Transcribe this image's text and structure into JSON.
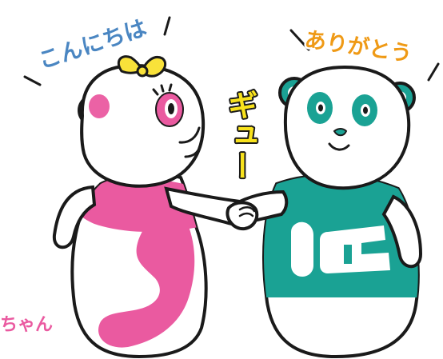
{
  "texts": {
    "greeting_left": "こんにちは",
    "greeting_right": "ありがとう",
    "hug": "ギュー",
    "caption_left": "ちゃん"
  },
  "colors": {
    "outline": "#1a1a1a",
    "pink": "#ea5aa0",
    "teal": "#1aa294",
    "blue_text": "#4a86c2",
    "orange_text": "#ef9a16",
    "yellow_text": "#f8e21c",
    "bow": "#f9e23a"
  },
  "icons": {
    "left_character": "pink-bear-character",
    "right_character": "teal-panda-character",
    "bow": "bow-icon"
  }
}
